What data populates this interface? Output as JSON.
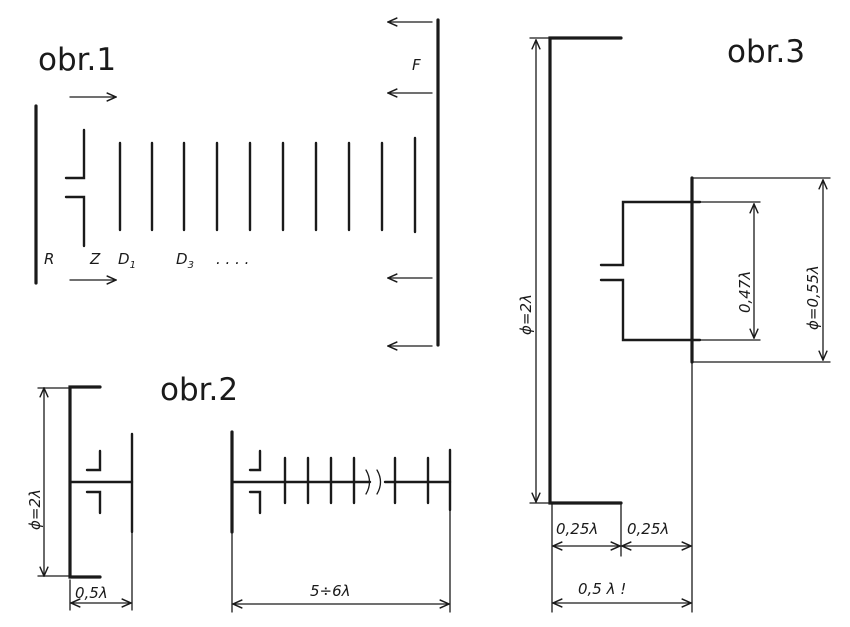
{
  "figures": {
    "fig1": {
      "title": "obr.1",
      "force_label": "F",
      "labels": {
        "reflector": "R",
        "driven": "Z",
        "director1": "D",
        "director1_sub": "1",
        "director3": "D",
        "director3_sub": "3",
        "ellipsis": ". . . ."
      }
    },
    "fig2": {
      "title": "obr.2",
      "dims": {
        "height": "ϕ=2λ",
        "spacing": "0,5λ",
        "length": "5÷6λ"
      }
    },
    "fig3": {
      "title": "obr.3",
      "dims": {
        "height": "ϕ=2λ",
        "inner_height": "0,47λ",
        "outer_height": "ϕ=0,55λ",
        "spacing_a": "0,25λ",
        "spacing_b": "0,25λ",
        "total": "0,5 λ !"
      }
    }
  }
}
